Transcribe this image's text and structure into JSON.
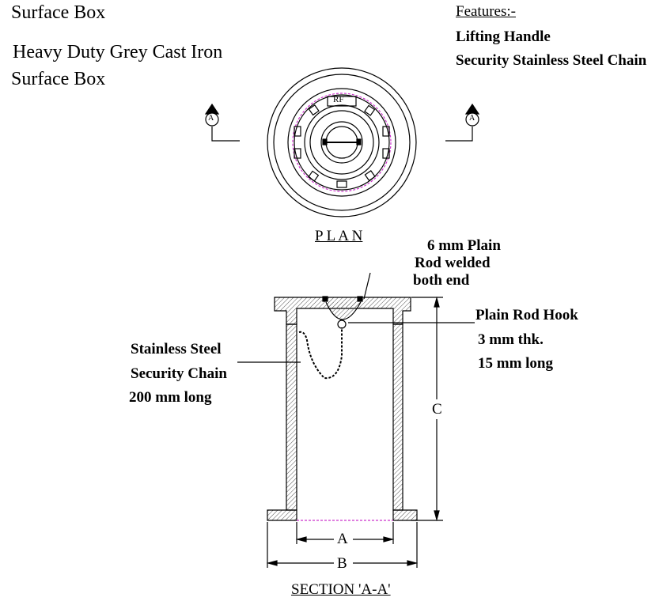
{
  "header": {
    "title": "Surface Box",
    "subtitle_line1": "Heavy Duty Grey Cast Iron",
    "subtitle_line2": "Surface Box"
  },
  "features": {
    "heading": "Features:-",
    "items": [
      "Lifting Handle",
      "Security Stainless Steel Chain"
    ]
  },
  "plan": {
    "label": "P L A N",
    "section_marker": "A",
    "lid_mark": "RF"
  },
  "section": {
    "label": "SECTION 'A-A'",
    "rod_note": [
      "6 mm Plain",
      "Rod welded",
      "both end"
    ],
    "hook_note": [
      "Plain Rod Hook",
      "3 mm thk.",
      "15 mm long"
    ],
    "chain_note": [
      "Stainless Steel",
      "Security Chain",
      "200 mm long"
    ],
    "dim_a": "A",
    "dim_b": "B",
    "dim_c": "C"
  },
  "colors": {
    "line": "#000000",
    "accent": "#cc33cc",
    "hatch": "#555555"
  }
}
